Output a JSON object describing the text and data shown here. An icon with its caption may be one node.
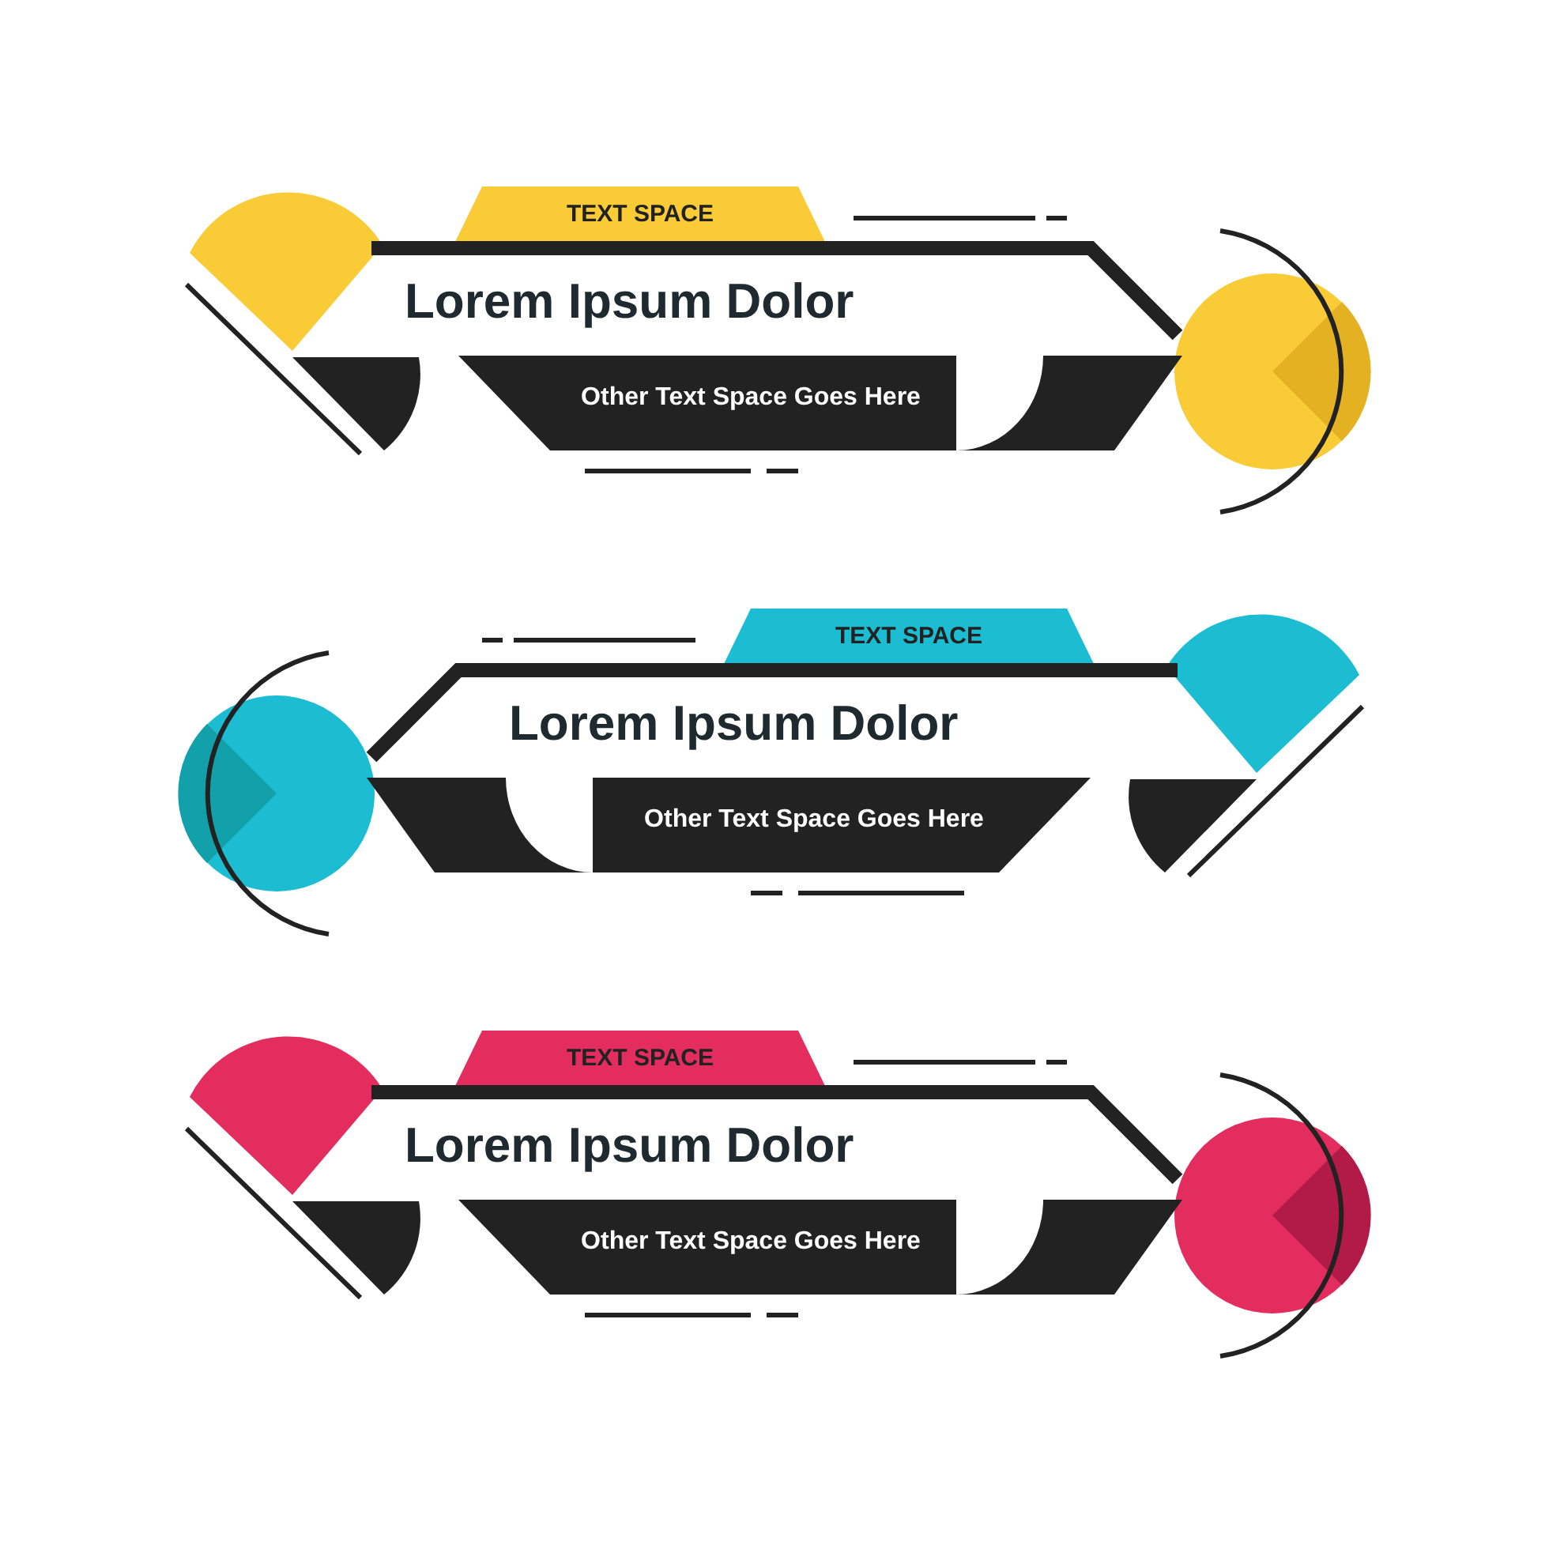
{
  "diagram": {
    "nodes": [
      {
        "text": [
          "TEXT SPACE"
        ]
      },
      {
        "text": [
          "Lorem Ipsum Dolor"
        ]
      },
      {
        "text": [
          "Other Text Space Goes Here"
        ]
      },
      {
        "text": [
          "TEXT SPACE"
        ]
      },
      {
        "text": [
          "Lorem Ipsum Dolor"
        ]
      },
      {
        "text": [
          "Other Text Space Goes Here"
        ]
      },
      {
        "text": [
          "TEXT SPACE"
        ]
      },
      {
        "text": [
          "Lorem Ipsum Dolor"
        ]
      },
      {
        "text": [
          "Other Text Space Goes Here"
        ]
      }
    ]
  }
}
